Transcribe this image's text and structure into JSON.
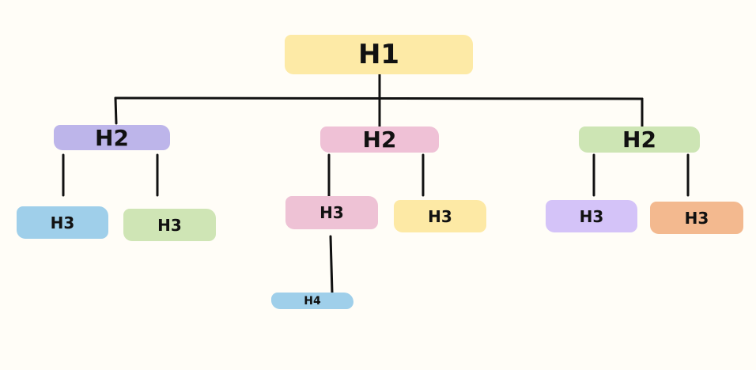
{
  "nodes": {
    "h1": {
      "label": "H1",
      "color": "#fdeaa6"
    },
    "h2_left": {
      "label": "H2",
      "color": "#bdb5ea"
    },
    "h2_mid": {
      "label": "H2",
      "color": "#efc1d6"
    },
    "h2_right": {
      "label": "H2",
      "color": "#cde5b4"
    },
    "h3_1": {
      "label": "H3",
      "color": "#9fcfea"
    },
    "h3_2": {
      "label": "H3",
      "color": "#cfe5b5"
    },
    "h3_3": {
      "label": "H3",
      "color": "#eec2d5"
    },
    "h3_4": {
      "label": "H3",
      "color": "#fde9a5"
    },
    "h3_5": {
      "label": "H3",
      "color": "#d4c3f8"
    },
    "h3_6": {
      "label": "H3",
      "color": "#f3b98f"
    },
    "h4": {
      "label": "H4",
      "color": "#9fcfea"
    }
  }
}
